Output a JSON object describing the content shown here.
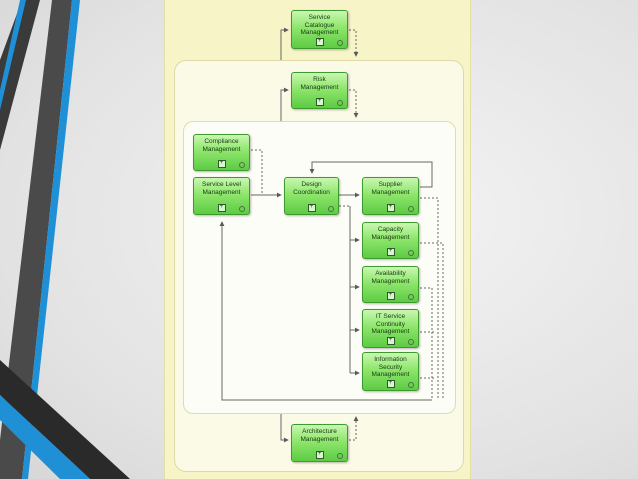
{
  "diagram": {
    "processes": {
      "service_catalogue": "Service Catalogue Management",
      "risk": "Risk Management",
      "compliance": "Compliance Management",
      "service_level": "Service Level Management",
      "design_coordination": "Design Coordination",
      "supplier": "Supplier Management",
      "capacity": "Capacity Management",
      "availability": "Availability Management",
      "it_continuity": "IT Service Continuity Management",
      "info_security": "Information Security Management",
      "architecture": "Architecture Management"
    },
    "icons": {
      "expand": "plus-box-icon",
      "info": "circle-icon"
    },
    "colors": {
      "process_fill": "#8ee66c",
      "process_border": "#3e9a2f",
      "panel": "#f7f5c8",
      "accent_blue": "#1f8fd6"
    }
  }
}
